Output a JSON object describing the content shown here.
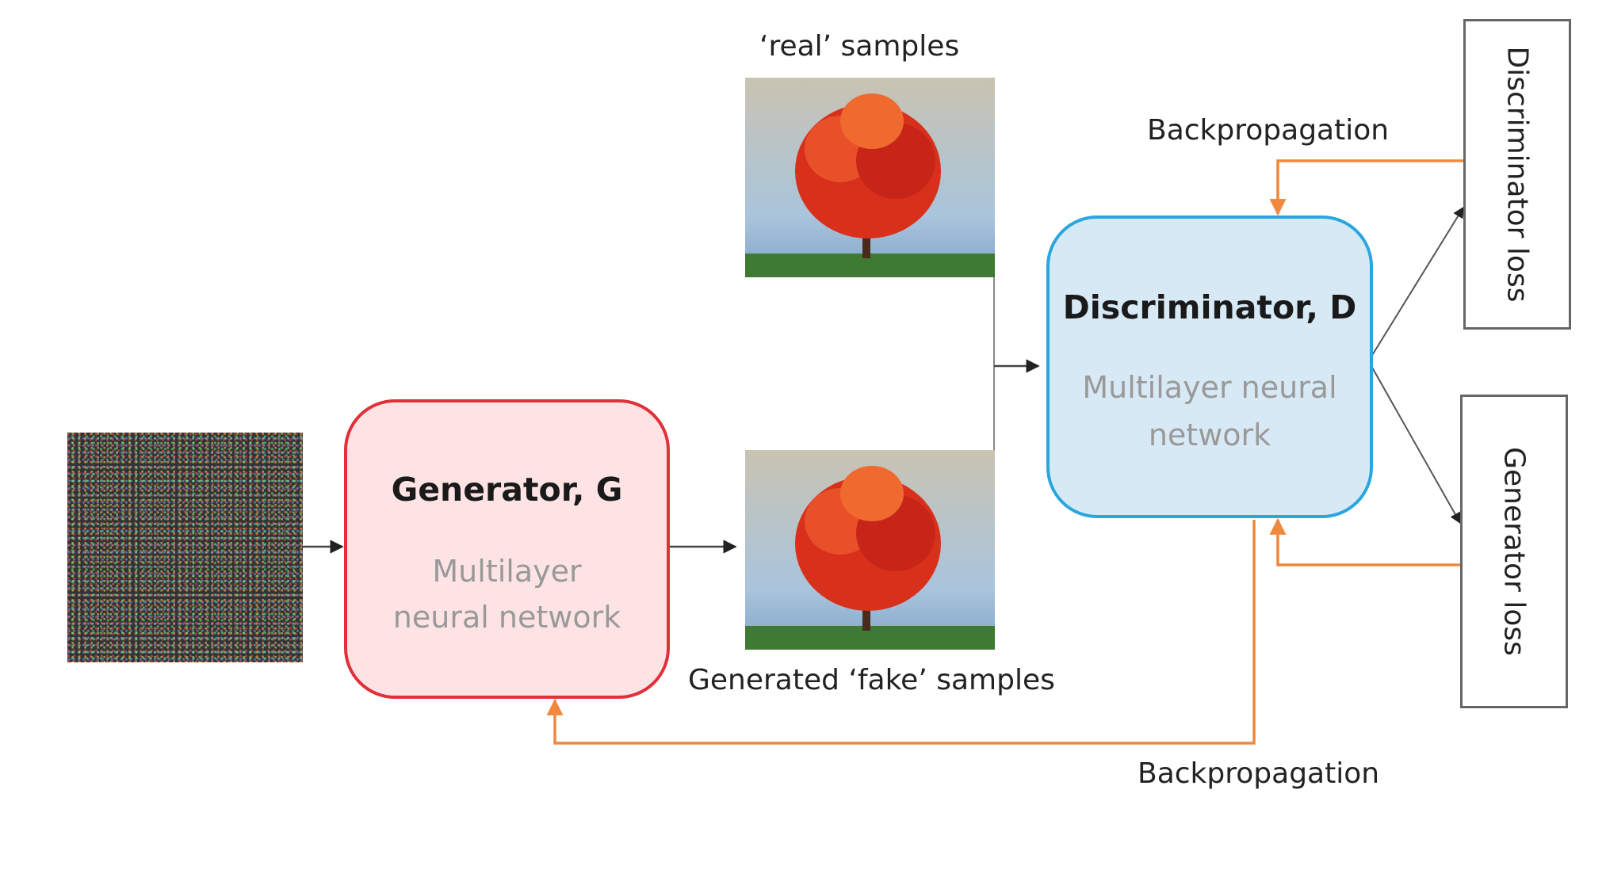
{
  "labels": {
    "real_samples": "‘real’ samples",
    "fake_samples": "Generated ‘fake’ samples",
    "backprop_top": "Backpropagation",
    "backprop_bottom": "Backpropagation"
  },
  "generator": {
    "title": "Generator, G",
    "line1": "Multilayer",
    "line2": "neural network"
  },
  "discriminator": {
    "title": "Discriminator, D",
    "line1": "Multilayer neural",
    "line2": "network"
  },
  "losses": {
    "discriminator": "Discriminator loss",
    "generator": "Generator loss"
  },
  "colors": {
    "generator_border": "#e0303a",
    "generator_fill": "#fde3e4",
    "discriminator_border": "#2aa6df",
    "discriminator_fill": "#d8e9f6",
    "backprop": "#f0883d",
    "arrow": "#444444"
  }
}
